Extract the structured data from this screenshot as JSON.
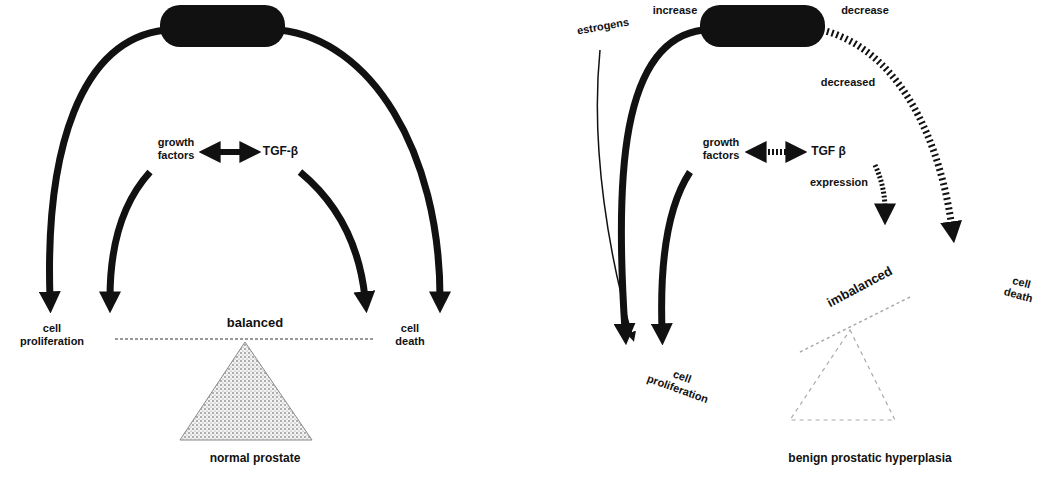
{
  "diagram": {
    "labels": [
      "growth factors",
      "TGF-β",
      "cell proliferation",
      "balanced",
      "cell death",
      "normal prostate",
      "estrogens",
      "increase",
      "decrease",
      "decreased",
      "growth factors",
      "TGF β",
      "expression",
      "cell death",
      "imbalanced",
      "cell proliferation",
      "benign prostatic hyperplasia"
    ]
  }
}
